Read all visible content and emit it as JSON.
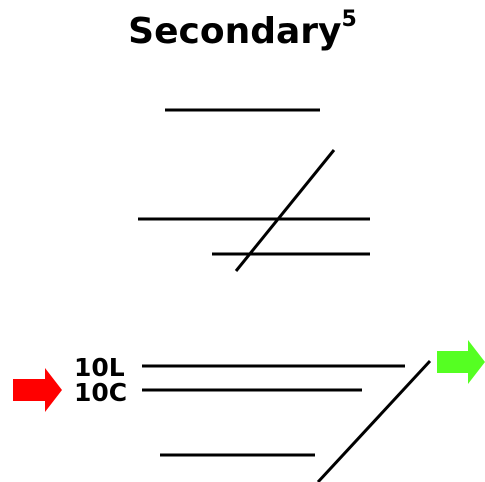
{
  "title": {
    "text": "Secondary",
    "superscript": "5"
  },
  "runway_labels": {
    "left": "10L",
    "center": "10C"
  },
  "arrows": {
    "arrival_color": "#ff0000",
    "departure_color": "#55ff22"
  },
  "colors": {
    "lines": "#000000",
    "background": "#ffffff"
  }
}
